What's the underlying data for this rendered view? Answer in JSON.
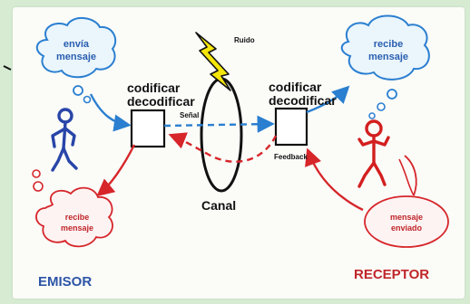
{
  "sender_bubble": {
    "line1": "envía",
    "line2": "mensaje"
  },
  "receiver_bubble": {
    "line1": "recibe",
    "line2": "mensaje"
  },
  "sender_reply_bubble": {
    "line1": "recibe",
    "line2": "mensaje"
  },
  "receiver_reply_bubble": {
    "line1": "mensaje",
    "line2": "enviado"
  },
  "left_box": {
    "line1": "codificar",
    "line2": "decodificar"
  },
  "right_box": {
    "line1": "codificar",
    "line2": "decodificar"
  },
  "labels": {
    "noise": "Ruido",
    "signal": "Señal",
    "feedback": "Feedback",
    "channel": "Canal",
    "sender": "EMISOR",
    "receiver": "RECEPTOR"
  },
  "colors": {
    "blue": "#2a7fd0",
    "red": "#d6262a",
    "noise_yellow": "#f4e50a",
    "figure_blue": "#2845a8",
    "figure_red": "#d31f1f"
  },
  "icons": [
    "lightning-bolt-icon",
    "stick-figure-sender-icon",
    "stick-figure-receiver-icon"
  ]
}
